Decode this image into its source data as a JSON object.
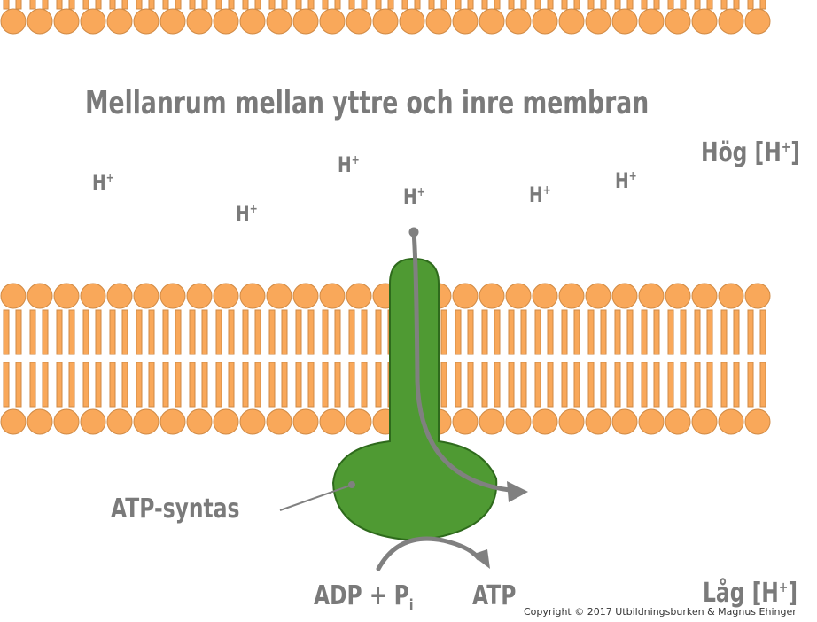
{
  "title": "Mellanrum mellan yttre och inre membran",
  "ions": [
    {
      "base": "H",
      "sup": "+"
    },
    {
      "base": "H",
      "sup": "+"
    },
    {
      "base": "H",
      "sup": "+"
    },
    {
      "base": "H",
      "sup": "+"
    },
    {
      "base": "H",
      "sup": "+"
    },
    {
      "base": "H",
      "sup": "+"
    }
  ],
  "high_label": {
    "text": "Hög [H",
    "sup": "+",
    "end": "]"
  },
  "low_label": {
    "text": "Låg [H",
    "sup": "+",
    "end": "]"
  },
  "enzyme_label": "ATP-syntas",
  "reactant": {
    "text": "ADP + P",
    "sub": "i"
  },
  "product": "ATP",
  "copyright": "Copyright © 2017 Utbildningsburken & Magnus Ehinger",
  "colors": {
    "lipid": "#f9a85a",
    "lipid_stroke": "#d08a45",
    "protein": "#4f9a33",
    "protein_stroke": "#2e6a1c",
    "text": "#7a7a7a",
    "arrow": "#808080"
  }
}
